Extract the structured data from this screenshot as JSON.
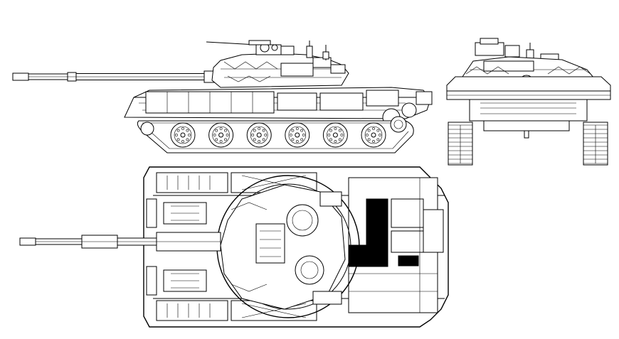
{
  "drawing": {
    "views": [
      {
        "id": "side",
        "name": "side-elevation"
      },
      {
        "id": "front",
        "name": "front-elevation"
      },
      {
        "id": "top",
        "name": "plan-view"
      }
    ],
    "road_wheels_per_side": 6,
    "line_color": "#000000",
    "background_color": "#ffffff"
  }
}
